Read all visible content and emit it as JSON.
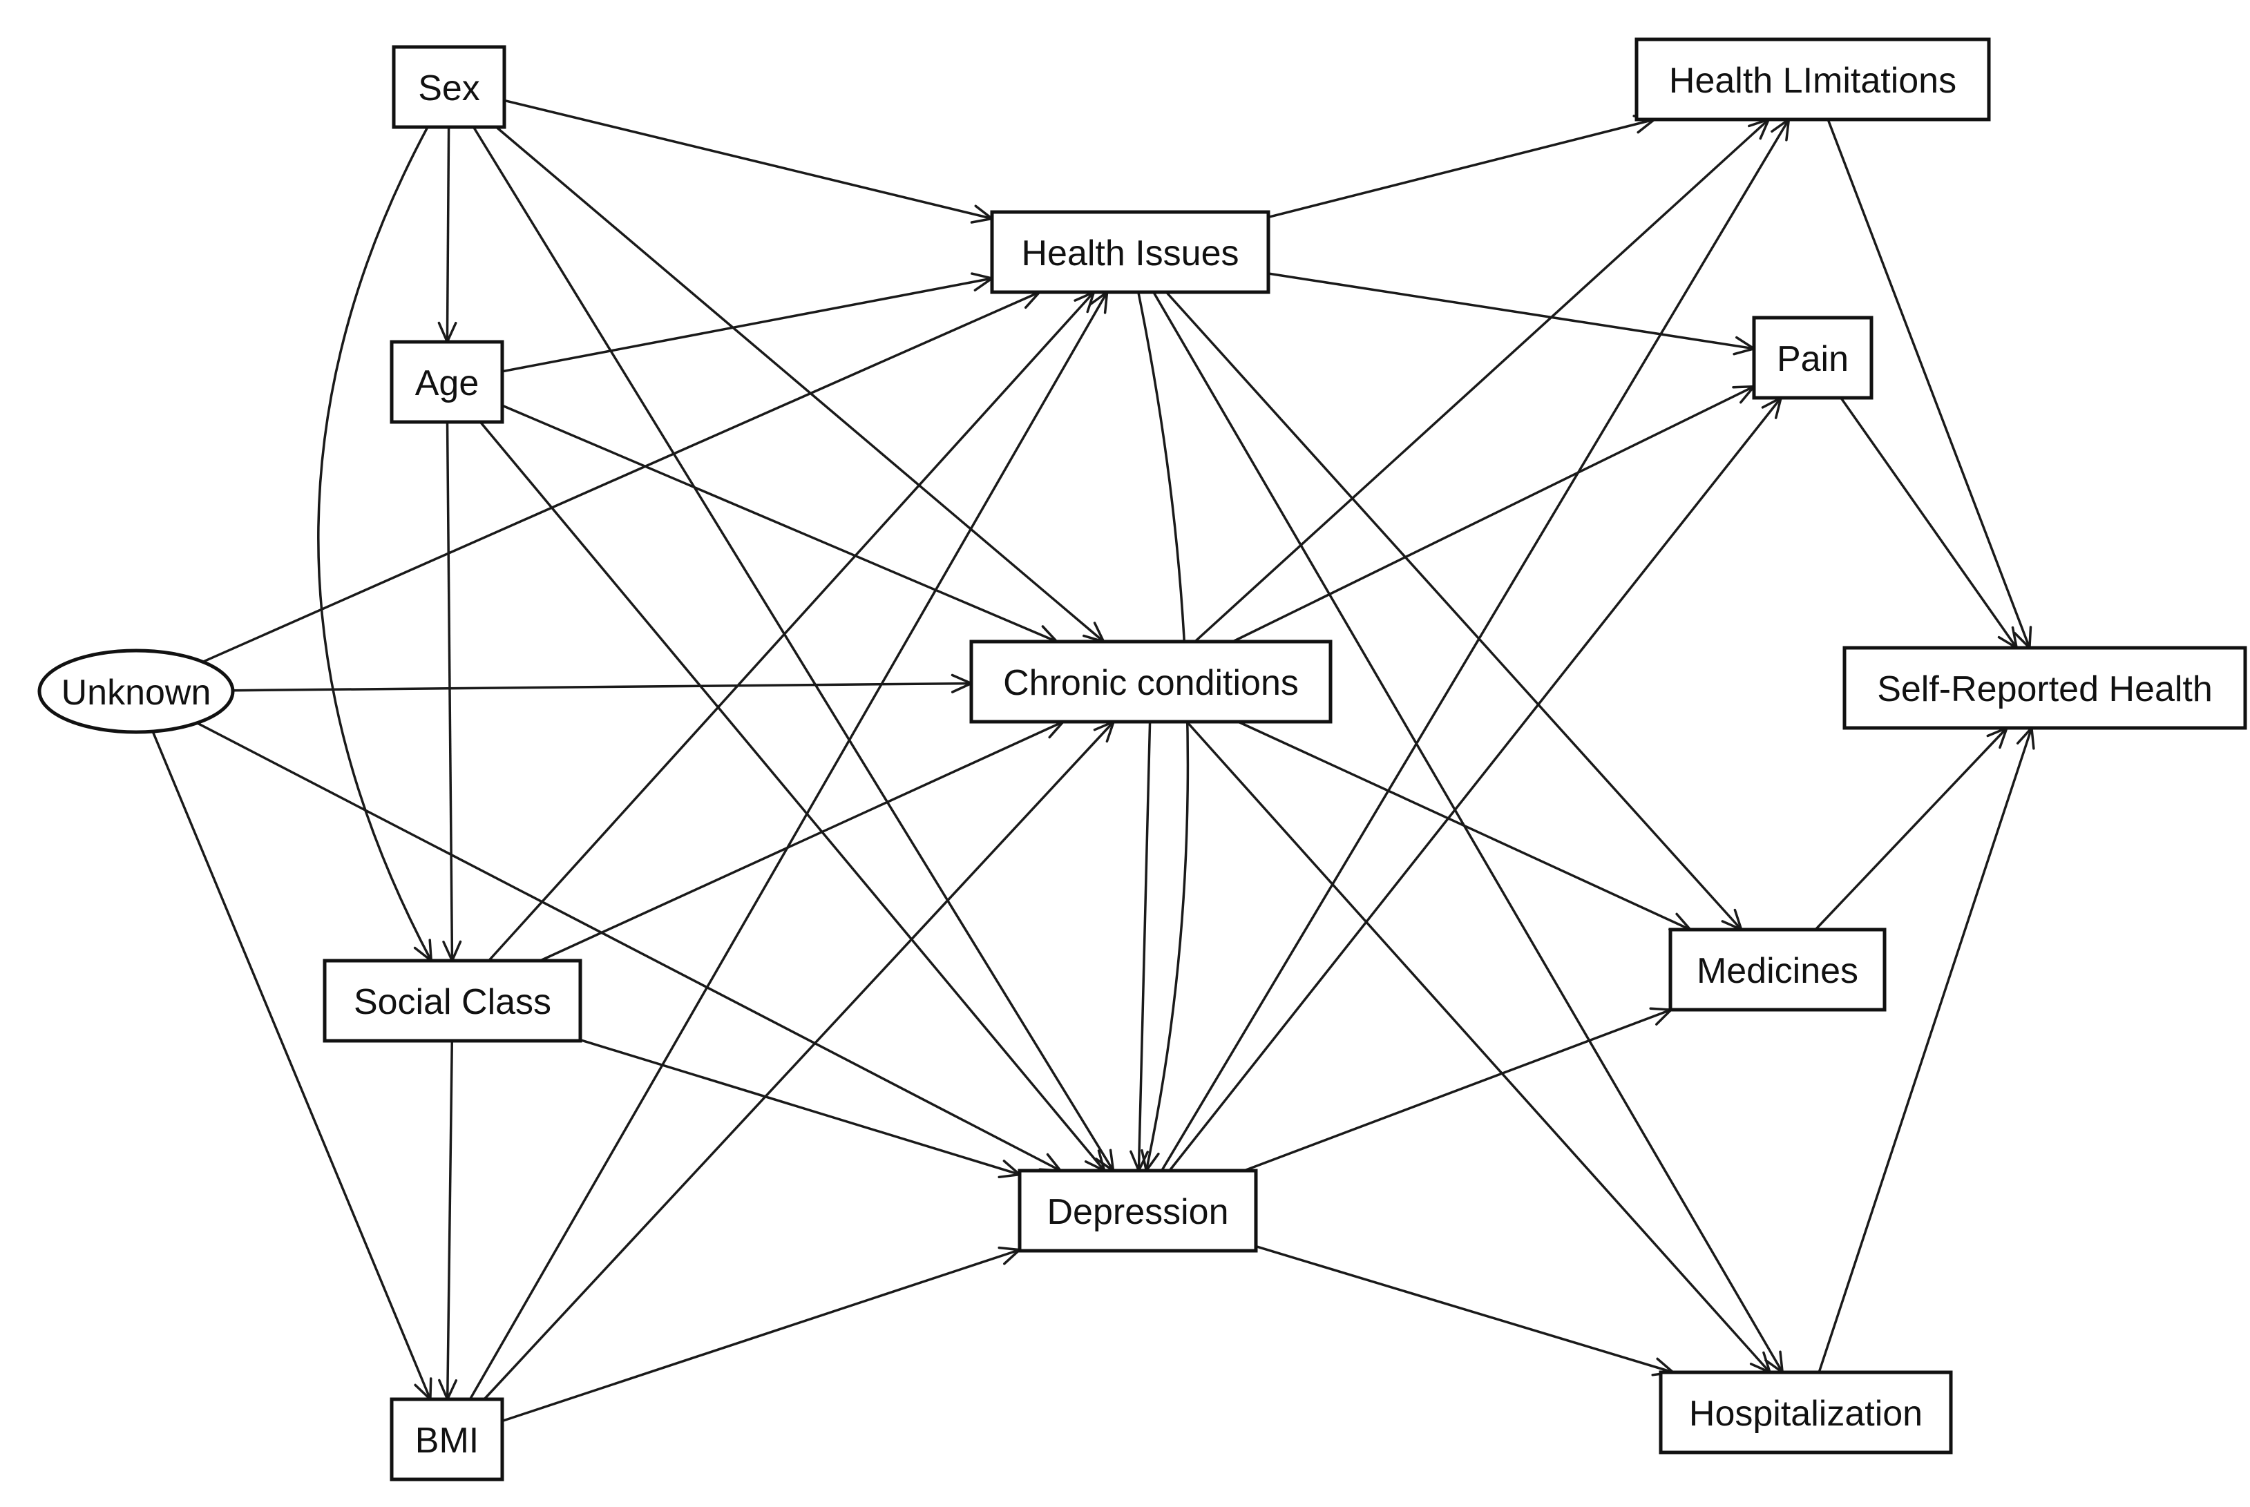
{
  "diagram": {
    "nodes": [
      {
        "id": "sex",
        "label": "Sex",
        "shape": "box"
      },
      {
        "id": "age",
        "label": "Age",
        "shape": "box"
      },
      {
        "id": "unknown",
        "label": "Unknown",
        "shape": "ellipse"
      },
      {
        "id": "social_class",
        "label": "Social Class",
        "shape": "box"
      },
      {
        "id": "bmi",
        "label": "BMI",
        "shape": "box"
      },
      {
        "id": "health_issues",
        "label": "Health Issues",
        "shape": "box"
      },
      {
        "id": "chronic",
        "label": "Chronic conditions",
        "shape": "box"
      },
      {
        "id": "depression",
        "label": "Depression",
        "shape": "box"
      },
      {
        "id": "health_limitations",
        "label": "Health LImitations",
        "shape": "box"
      },
      {
        "id": "pain",
        "label": "Pain",
        "shape": "box"
      },
      {
        "id": "self_reported",
        "label": "Self-Reported Health",
        "shape": "box"
      },
      {
        "id": "medicines",
        "label": "Medicines",
        "shape": "box"
      },
      {
        "id": "hospitalization",
        "label": "Hospitalization",
        "shape": "box"
      }
    ],
    "edges": [
      {
        "from": "sex",
        "to": "age"
      },
      {
        "from": "sex",
        "to": "health_issues"
      },
      {
        "from": "sex",
        "to": "chronic"
      },
      {
        "from": "sex",
        "to": "depression"
      },
      {
        "from": "sex",
        "to": "social_class"
      },
      {
        "from": "age",
        "to": "health_issues"
      },
      {
        "from": "age",
        "to": "chronic"
      },
      {
        "from": "age",
        "to": "depression"
      },
      {
        "from": "age",
        "to": "social_class"
      },
      {
        "from": "unknown",
        "to": "health_issues"
      },
      {
        "from": "unknown",
        "to": "chronic"
      },
      {
        "from": "unknown",
        "to": "depression"
      },
      {
        "from": "unknown",
        "to": "bmi"
      },
      {
        "from": "social_class",
        "to": "health_issues"
      },
      {
        "from": "social_class",
        "to": "chronic"
      },
      {
        "from": "social_class",
        "to": "depression"
      },
      {
        "from": "social_class",
        "to": "bmi"
      },
      {
        "from": "bmi",
        "to": "health_issues"
      },
      {
        "from": "bmi",
        "to": "chronic"
      },
      {
        "from": "bmi",
        "to": "depression"
      },
      {
        "from": "health_issues",
        "to": "health_limitations"
      },
      {
        "from": "health_issues",
        "to": "pain"
      },
      {
        "from": "health_issues",
        "to": "depression"
      },
      {
        "from": "health_issues",
        "to": "medicines"
      },
      {
        "from": "health_issues",
        "to": "hospitalization"
      },
      {
        "from": "chronic",
        "to": "depression"
      },
      {
        "from": "chronic",
        "to": "health_limitations"
      },
      {
        "from": "chronic",
        "to": "pain"
      },
      {
        "from": "chronic",
        "to": "medicines"
      },
      {
        "from": "chronic",
        "to": "hospitalization"
      },
      {
        "from": "depression",
        "to": "health_limitations"
      },
      {
        "from": "depression",
        "to": "pain"
      },
      {
        "from": "depression",
        "to": "medicines"
      },
      {
        "from": "depression",
        "to": "hospitalization"
      },
      {
        "from": "health_limitations",
        "to": "self_reported"
      },
      {
        "from": "pain",
        "to": "self_reported"
      },
      {
        "from": "medicines",
        "to": "self_reported"
      },
      {
        "from": "hospitalization",
        "to": "self_reported"
      }
    ]
  }
}
